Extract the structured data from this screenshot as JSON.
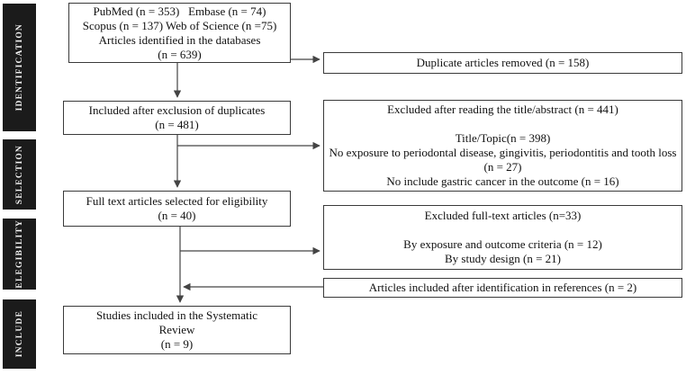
{
  "sidebar": {
    "items": [
      {
        "label": "IDENTIFICATION"
      },
      {
        "label": "SELECTION"
      },
      {
        "label": "ELEGIBILITY"
      },
      {
        "label": "INCLUDE"
      }
    ]
  },
  "flow": {
    "identified": "PubMed (n = 353)   Embase (n = 74)\nScopus (n = 137) Web of Science (n =75)\nArticles identified in the databases\n(n = 639)",
    "duplicates_removed": "Duplicate articles removed (n = 158)",
    "after_duplicates": "Included after exclusion of duplicates\n(n = 481)",
    "excluded_title_abstract": "Excluded after reading the title/abstract (n = 441)\n\nTitle/Topic(n = 398)\nNo exposure to periodontal disease, gingivitis, periodontitis and tooth loss (n = 27)\nNo include gastric cancer in the outcome (n = 16)",
    "fulltext_selected": "Full text articles selected for eligibility\n(n = 40)",
    "excluded_fulltext": "Excluded full-text articles (n=33)\n\nBy exposure and outcome criteria (n = 12)\nBy study design (n = 21)",
    "included_references": "Articles included after identification in references (n = 2)",
    "studies_included": "Studies included in the Systematic\nReview\n(n = 9)"
  },
  "colors": {
    "sidebar_background": "#1b1b1b",
    "sidebar_text": "#f5f5f5",
    "box_border": "#3a3a3a",
    "box_background": "#ffffff",
    "arrow": "#444444"
  }
}
